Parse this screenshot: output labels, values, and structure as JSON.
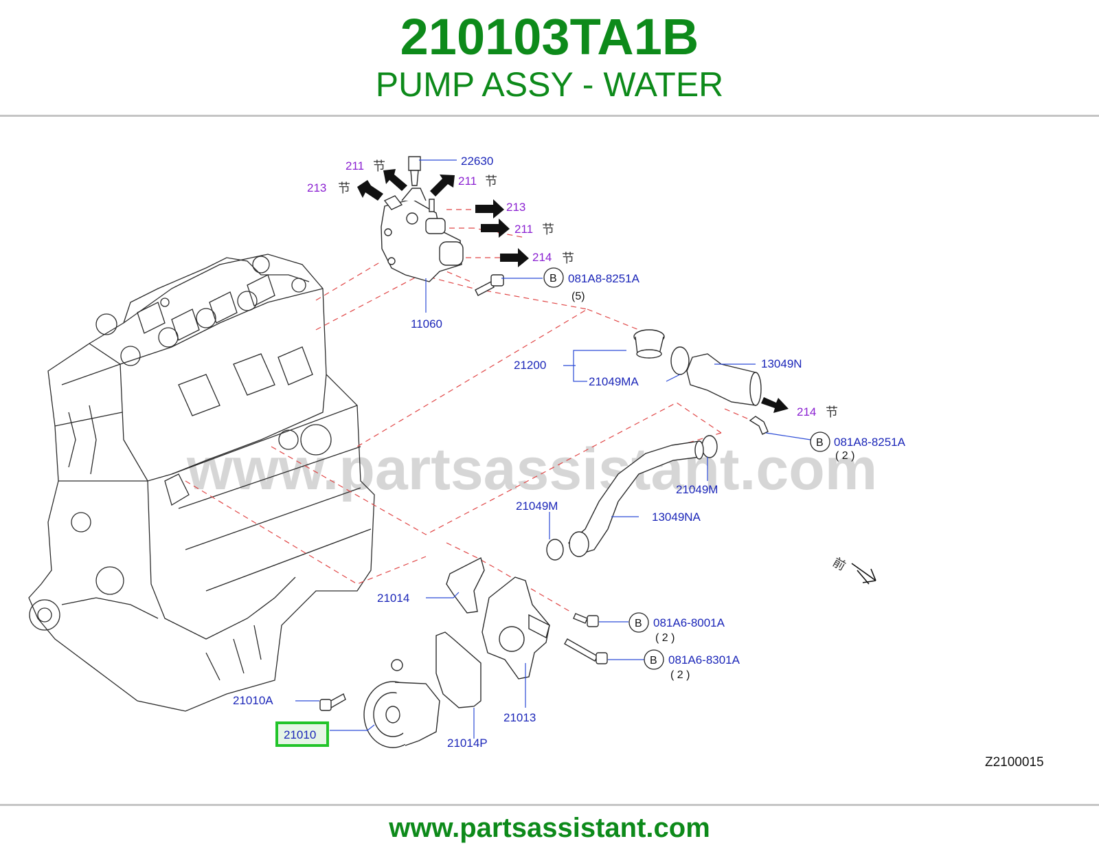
{
  "header": {
    "part_number": "210103TA1B",
    "part_name": "PUMP ASSY - WATER"
  },
  "footer": {
    "url": "www.partsassistant.com"
  },
  "watermark": "www.partsassistant.com",
  "drawing_id": "Z2100015",
  "front_mark": "前",
  "highlight_color": "#22c42a",
  "title_color": "#0d8a1a",
  "callouts": {
    "c22630": "22630",
    "c11060": "11060",
    "c21200": "21200",
    "c21049MA": "21049MA",
    "c13049N": "13049N",
    "c21049M_a": "21049M",
    "c21049M_b": "21049M",
    "c13049NA": "13049NA",
    "c21014": "21014",
    "c21013": "21013",
    "c21014P": "21014P",
    "c21010A": "21010A",
    "c21010": "21010"
  },
  "bolts": {
    "b1_code": "081A8-8251A",
    "b1_qty": "(5)",
    "b2_code": "081A8-8251A",
    "b2_qty": "( 2 )",
    "b3_code": "081A6-8001A",
    "b3_qty": "( 2 )",
    "b4_code": "081A6-8301A",
    "b4_qty": "( 2 )",
    "letter": "B"
  },
  "refs": {
    "r1": "211",
    "r2": "213",
    "r3": "211",
    "r4": "213",
    "r5": "211",
    "r6": "214",
    "r7": "214",
    "kanji": "节"
  }
}
